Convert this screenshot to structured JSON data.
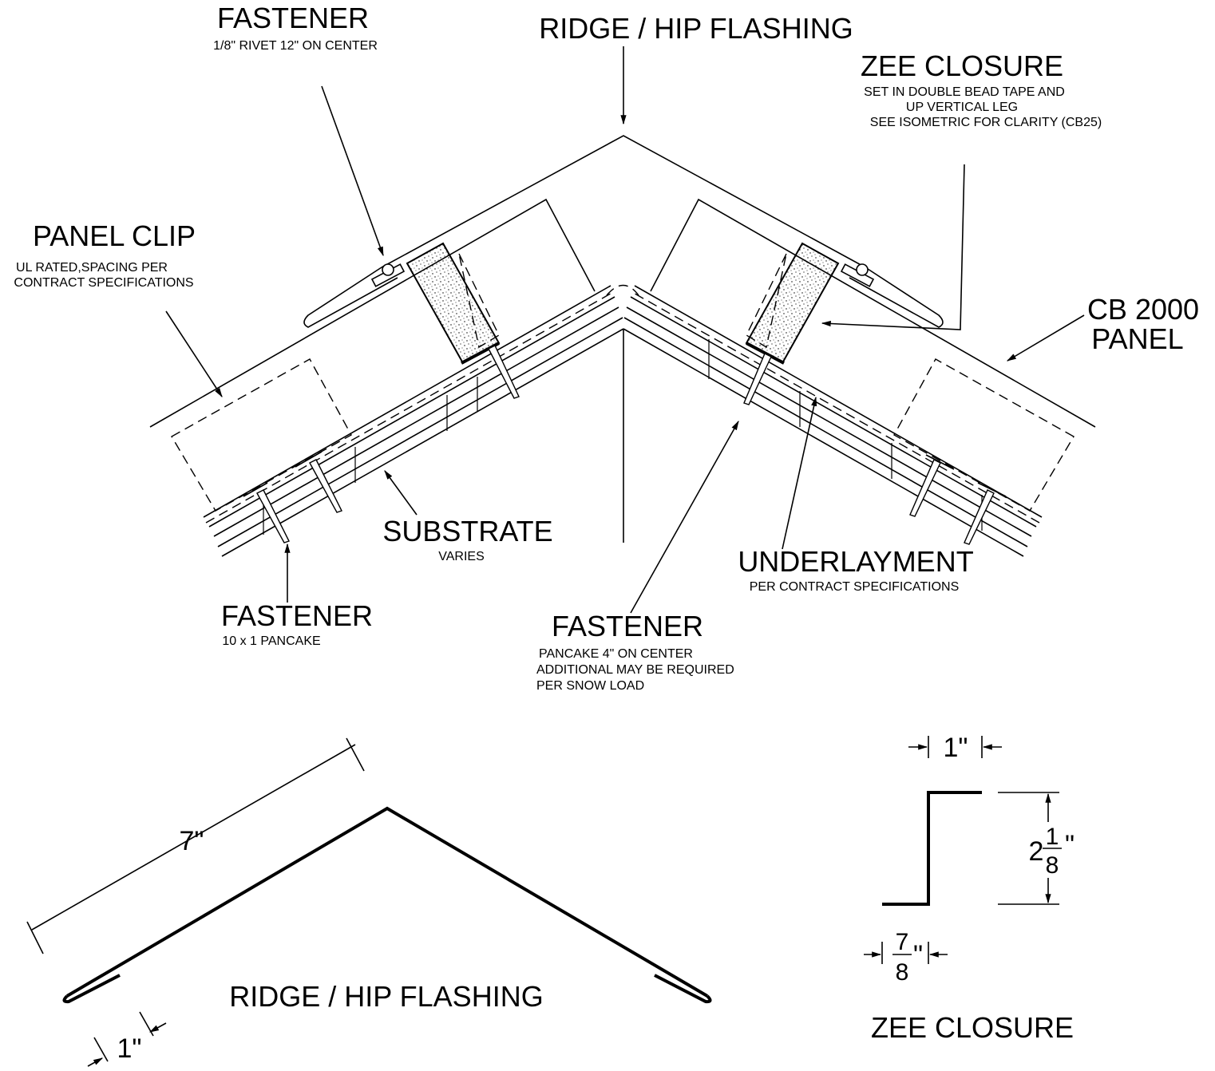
{
  "labels": {
    "fastener_rivet_title": "FASTENER",
    "fastener_rivet_note": "1/8\" RIVET  12\" ON CENTER",
    "ridge_title": "RIDGE / HIP FLASHING",
    "zee_title": "ZEE CLOSURE",
    "zee_note_1": "SET IN DOUBLE BEAD TAPE AND",
    "zee_note_2": "UP VERTICAL LEG",
    "zee_note_3": "SEE ISOMETRIC FOR CLARITY (CB25)",
    "panel_clip_title": "PANEL CLIP",
    "panel_clip_note_1": "UL RATED,SPACING PER",
    "panel_clip_note_2": "CONTRACT SPECIFICATIONS",
    "cb_panel_1": "CB 2000",
    "cb_panel_2": "PANEL",
    "substrate_title": "SUBSTRATE",
    "substrate_note": "VARIES",
    "fastener_pancake_title": "FASTENER",
    "fastener_pancake_note": "10 x 1 PANCAKE",
    "underlayment_title": "UNDERLAYMENT",
    "underlayment_note": "PER CONTRACT SPECIFICATIONS",
    "fastener_center_title": "FASTENER",
    "fastener_center_note_1": "PANCAKE 4\" ON CENTER",
    "fastener_center_note_2": "ADDITIONAL MAY BE REQUIRED",
    "fastener_center_note_3": "PER SNOW LOAD"
  },
  "details": {
    "ridge_caption": "RIDGE / HIP FLASHING",
    "ridge_length": "7\"",
    "ridge_hem": "1\"",
    "zee_caption": "ZEE CLOSURE",
    "zee_top": "1\"",
    "zee_height_whole": "2",
    "zee_height_num": "1",
    "zee_height_den": "8",
    "zee_height_unit": "\"",
    "zee_bottom_num": "7",
    "zee_bottom_den": "8",
    "zee_bottom_unit": "\""
  }
}
